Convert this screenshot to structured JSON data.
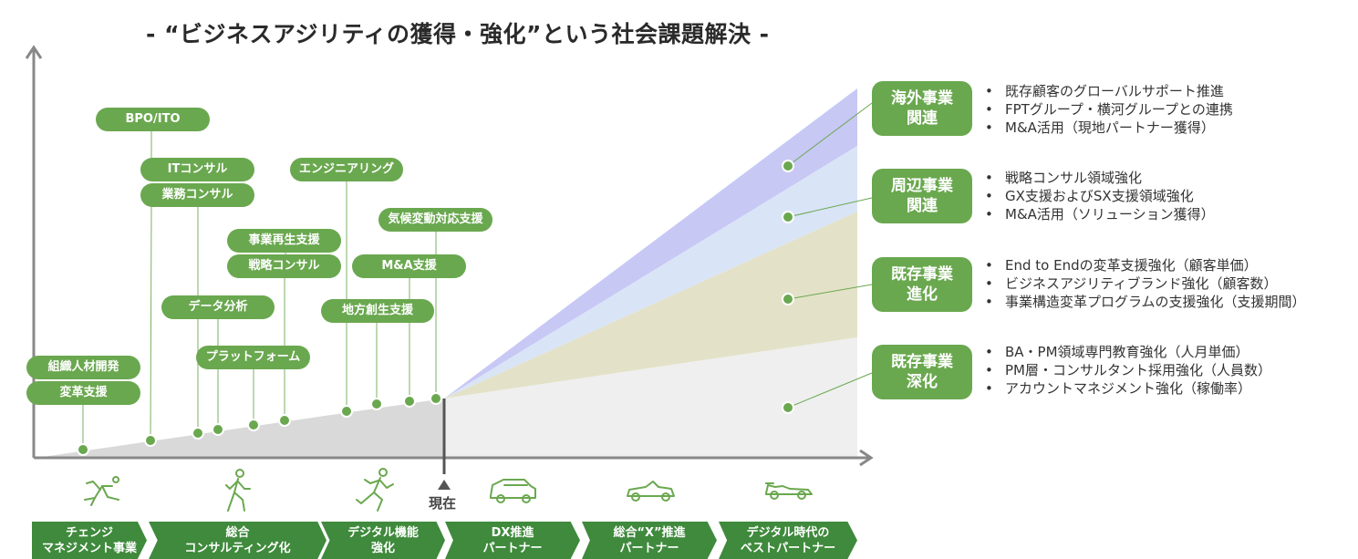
{
  "title": "- “ビジネスアジリティの獲得・強化”という社会課題解決 -",
  "services": [
    {
      "label": "BPO/ITO"
    },
    {
      "label": "ITコンサル"
    },
    {
      "label": "業務コンサル"
    },
    {
      "label": "エンジニアリング"
    },
    {
      "label": "気候変動対応支援"
    },
    {
      "label": "事業再生支援"
    },
    {
      "label": "戦略コンサル"
    },
    {
      "label": "M&A支援"
    },
    {
      "label": "データ分析"
    },
    {
      "label": "地方創生支援"
    },
    {
      "label": "プラットフォーム"
    },
    {
      "label": "組織人材開発"
    },
    {
      "label": "変革支援"
    }
  ],
  "categories": [
    {
      "line1": "海外事業",
      "line2": "関連",
      "bullets": [
        "既存顧客のグローバルサポート推進",
        "FPTグループ・横河グループとの連携",
        "M&A活用（現地パートナー獲得）"
      ]
    },
    {
      "line1": "周辺事業",
      "line2": "関連",
      "bullets": [
        "戦略コンサル領域強化",
        "GX支援およびSX支援領域強化",
        "M&A活用（ソリューション獲得）"
      ]
    },
    {
      "line1": "既存事業",
      "line2": "進化",
      "bullets": [
        "End to Endの変革支援強化（顧客単価）",
        "ビジネスアジリティブランド強化（顧客数）",
        "事業構造変革プログラムの支援強化（支援期間）"
      ]
    },
    {
      "line1": "既存事業",
      "line2": "深化",
      "bullets": [
        "BA・PM領域専門教育強化（人月単価）",
        "PM層・コンサルタント採用強化（人員数）",
        "アカウントマネジメント強化（稼働率）"
      ]
    }
  ],
  "now_label": "現在",
  "phases": [
    {
      "line1": "チェンジ",
      "line2": "マネジメント事業"
    },
    {
      "line1": "総合",
      "line2": "コンサルティング化"
    },
    {
      "line1": "デジタル機能",
      "line2": "強化"
    },
    {
      "line1": "DX推進",
      "line2": "パートナー"
    },
    {
      "line1": "総合“X”推進",
      "line2": "パートナー"
    },
    {
      "line1": "デジタル時代の",
      "line2": "ベストパートナー"
    }
  ],
  "phase_icons": [
    "runner-start-icon",
    "walking-person-icon",
    "running-person-icon",
    "sedan-car-icon",
    "convertible-car-icon",
    "race-car-icon"
  ],
  "colors": {
    "accent_green": "#6aa84f",
    "phase_green": "#3f8a3c",
    "band_overseas": "#c8c8f5",
    "band_adjacent": "#d9e4f7",
    "band_evolve": "#e3e2c8",
    "band_deepen": "#efefef",
    "past_area": "#d9d9d9"
  }
}
